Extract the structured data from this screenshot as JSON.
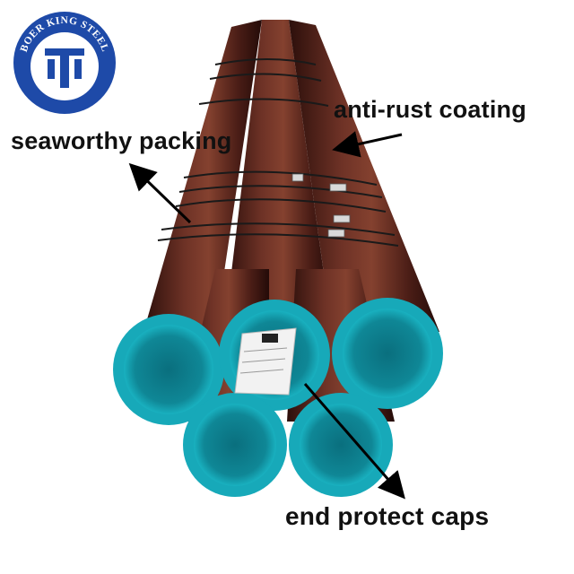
{
  "logo": {
    "text": "BOER KING STEEL",
    "colors": {
      "ring": "#1e4aa8",
      "inner": "#ffffff",
      "mark": "#1e4aa8"
    }
  },
  "labels": {
    "anti_rust": "anti-rust coating",
    "seaworthy": "seaworthy packing",
    "end_caps": "end protect caps"
  },
  "colors": {
    "pipe_body": "#4a1f18",
    "pipe_highlight": "#7a3a2c",
    "cap_teal": "#14a7b7",
    "cap_inner": "#0c6f80",
    "arrow": "#000000"
  }
}
